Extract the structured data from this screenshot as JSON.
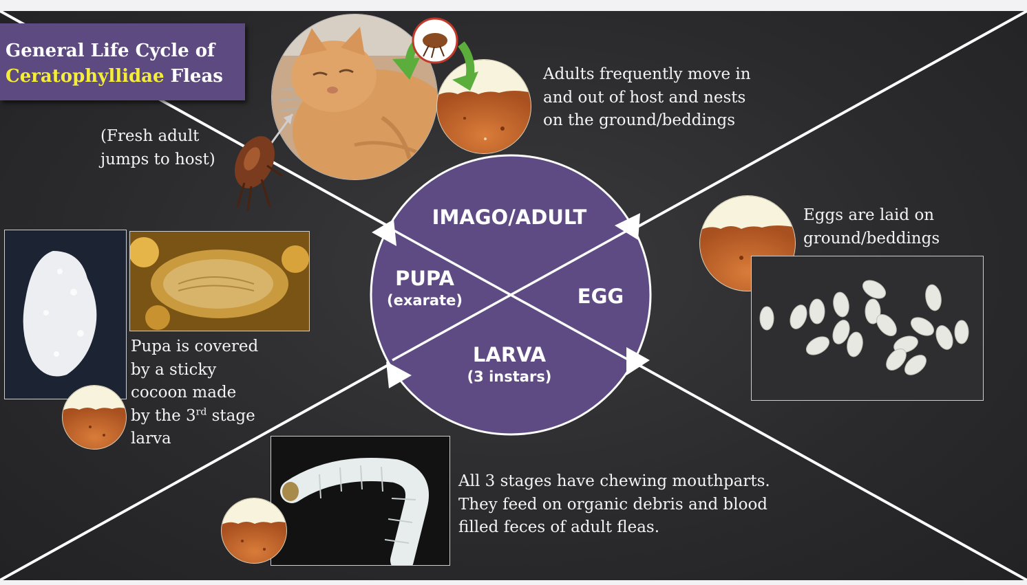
{
  "title": {
    "line1": "General Life Cycle of",
    "line2_highlight": "Ceratophyllidae",
    "line2_rest": " Fleas"
  },
  "stages": {
    "adult": "IMAGO/ADULT",
    "pupa": "PUPA",
    "pupa_sub": "(exarate)",
    "egg": "EGG",
    "larva": "LARVA",
    "larva_sub": "(3 instars)"
  },
  "notes": {
    "fresh_adult": "(Fresh adult\njumps to host)",
    "adults_move": "Adults frequently move in\nand out of host and nests\non the ground/beddings",
    "eggs": "Eggs are laid on\nground/beddings",
    "pupa_prefix": "Pupa is covered\nby a sticky\ncocoon made\nby the 3",
    "pupa_sup": "rd",
    "pupa_suffix": " stage\nlarva",
    "larva": "All 3 stages have chewing mouthparts.\nThey feed on organic debris and blood\nfilled feces of adult fleas."
  },
  "colors": {
    "background": "#2c2c2e",
    "cycle_circle": "#5f4b84",
    "title_box": "#5d4a80",
    "highlight": "#f4ee3a",
    "line": "#ffffff",
    "arrow_green": "#5cae3c"
  },
  "icons": {
    "flea": "flea-icon",
    "soil": "soil-icon",
    "cycle_arrows": "green-cycle-arrows-icon"
  }
}
